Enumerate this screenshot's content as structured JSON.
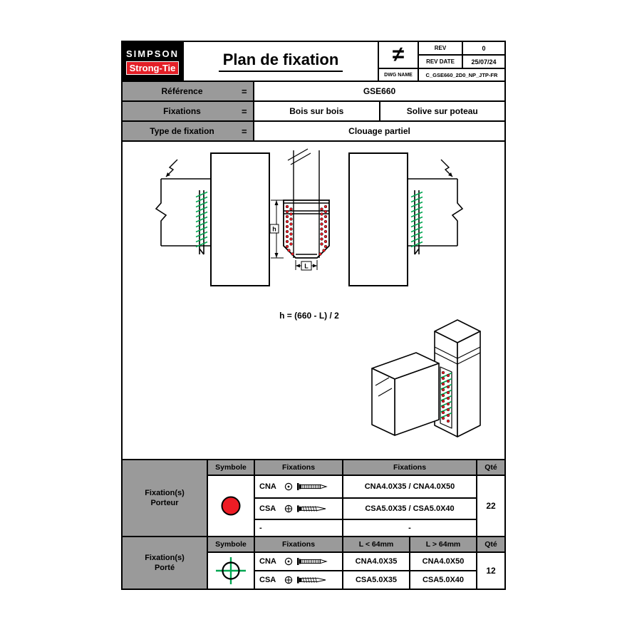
{
  "header": {
    "brand_top": "SIMPSON",
    "brand_bottom": "Strong-Tie",
    "title": "Plan de fixation",
    "projection_symbol": "≠",
    "rev": {
      "label": "REV",
      "value": "0"
    },
    "rev_date": {
      "label": "REV DATE",
      "value": "25/07/24"
    },
    "dwg": {
      "label": "DWG NAME",
      "value": "C_GSE660_2D0_NP_JTP-FR"
    }
  },
  "info": {
    "rows": [
      {
        "label": "Référence",
        "eq": "=",
        "values": [
          "GSE660"
        ]
      },
      {
        "label": "Fixations",
        "eq": "=",
        "values": [
          "Bois sur bois",
          "Solive sur poteau"
        ]
      },
      {
        "label": "Type de fixation",
        "eq": "=",
        "values": [
          "Clouage partiel"
        ]
      }
    ]
  },
  "drawing": {
    "formula": "h = (660 - L) / 2",
    "dim_height_label": "h",
    "dim_length_label": "L",
    "reference_product": "GSE660"
  },
  "porteur_table": {
    "row_label_line1": "Fixation(s)",
    "row_label_line2": "Porteur",
    "headers": [
      "Symbole",
      "Fixations",
      "Fixations",
      "Qté"
    ],
    "rows": [
      {
        "code": "CNA",
        "value": "CNA4.0X35 / CNA4.0X50"
      },
      {
        "code": "CSA",
        "value": "CSA5.0X35 / CSA5.0X40"
      },
      {
        "code": "-",
        "value": "-"
      }
    ],
    "qty": "22",
    "symbol": "red-circle"
  },
  "porte_table": {
    "row_label_line1": "Fixation(s)",
    "row_label_line2": "Porté",
    "headers": [
      "Symbole",
      "Fixations",
      "L < 64mm",
      "L > 64mm",
      "Qté"
    ],
    "rows": [
      {
        "code": "CNA",
        "short": "CNA4.0X35",
        "long": "CNA4.0X50"
      },
      {
        "code": "CSA",
        "short": "CSA5.0X35",
        "long": "CSA5.0X40"
      }
    ],
    "qty": "12",
    "symbol": "crosshair"
  },
  "colors": {
    "accent_red": "#EE1C25",
    "brand_red": "#E31E26",
    "marker_green": "#00A651",
    "header_gray": "#9A9A9A"
  }
}
